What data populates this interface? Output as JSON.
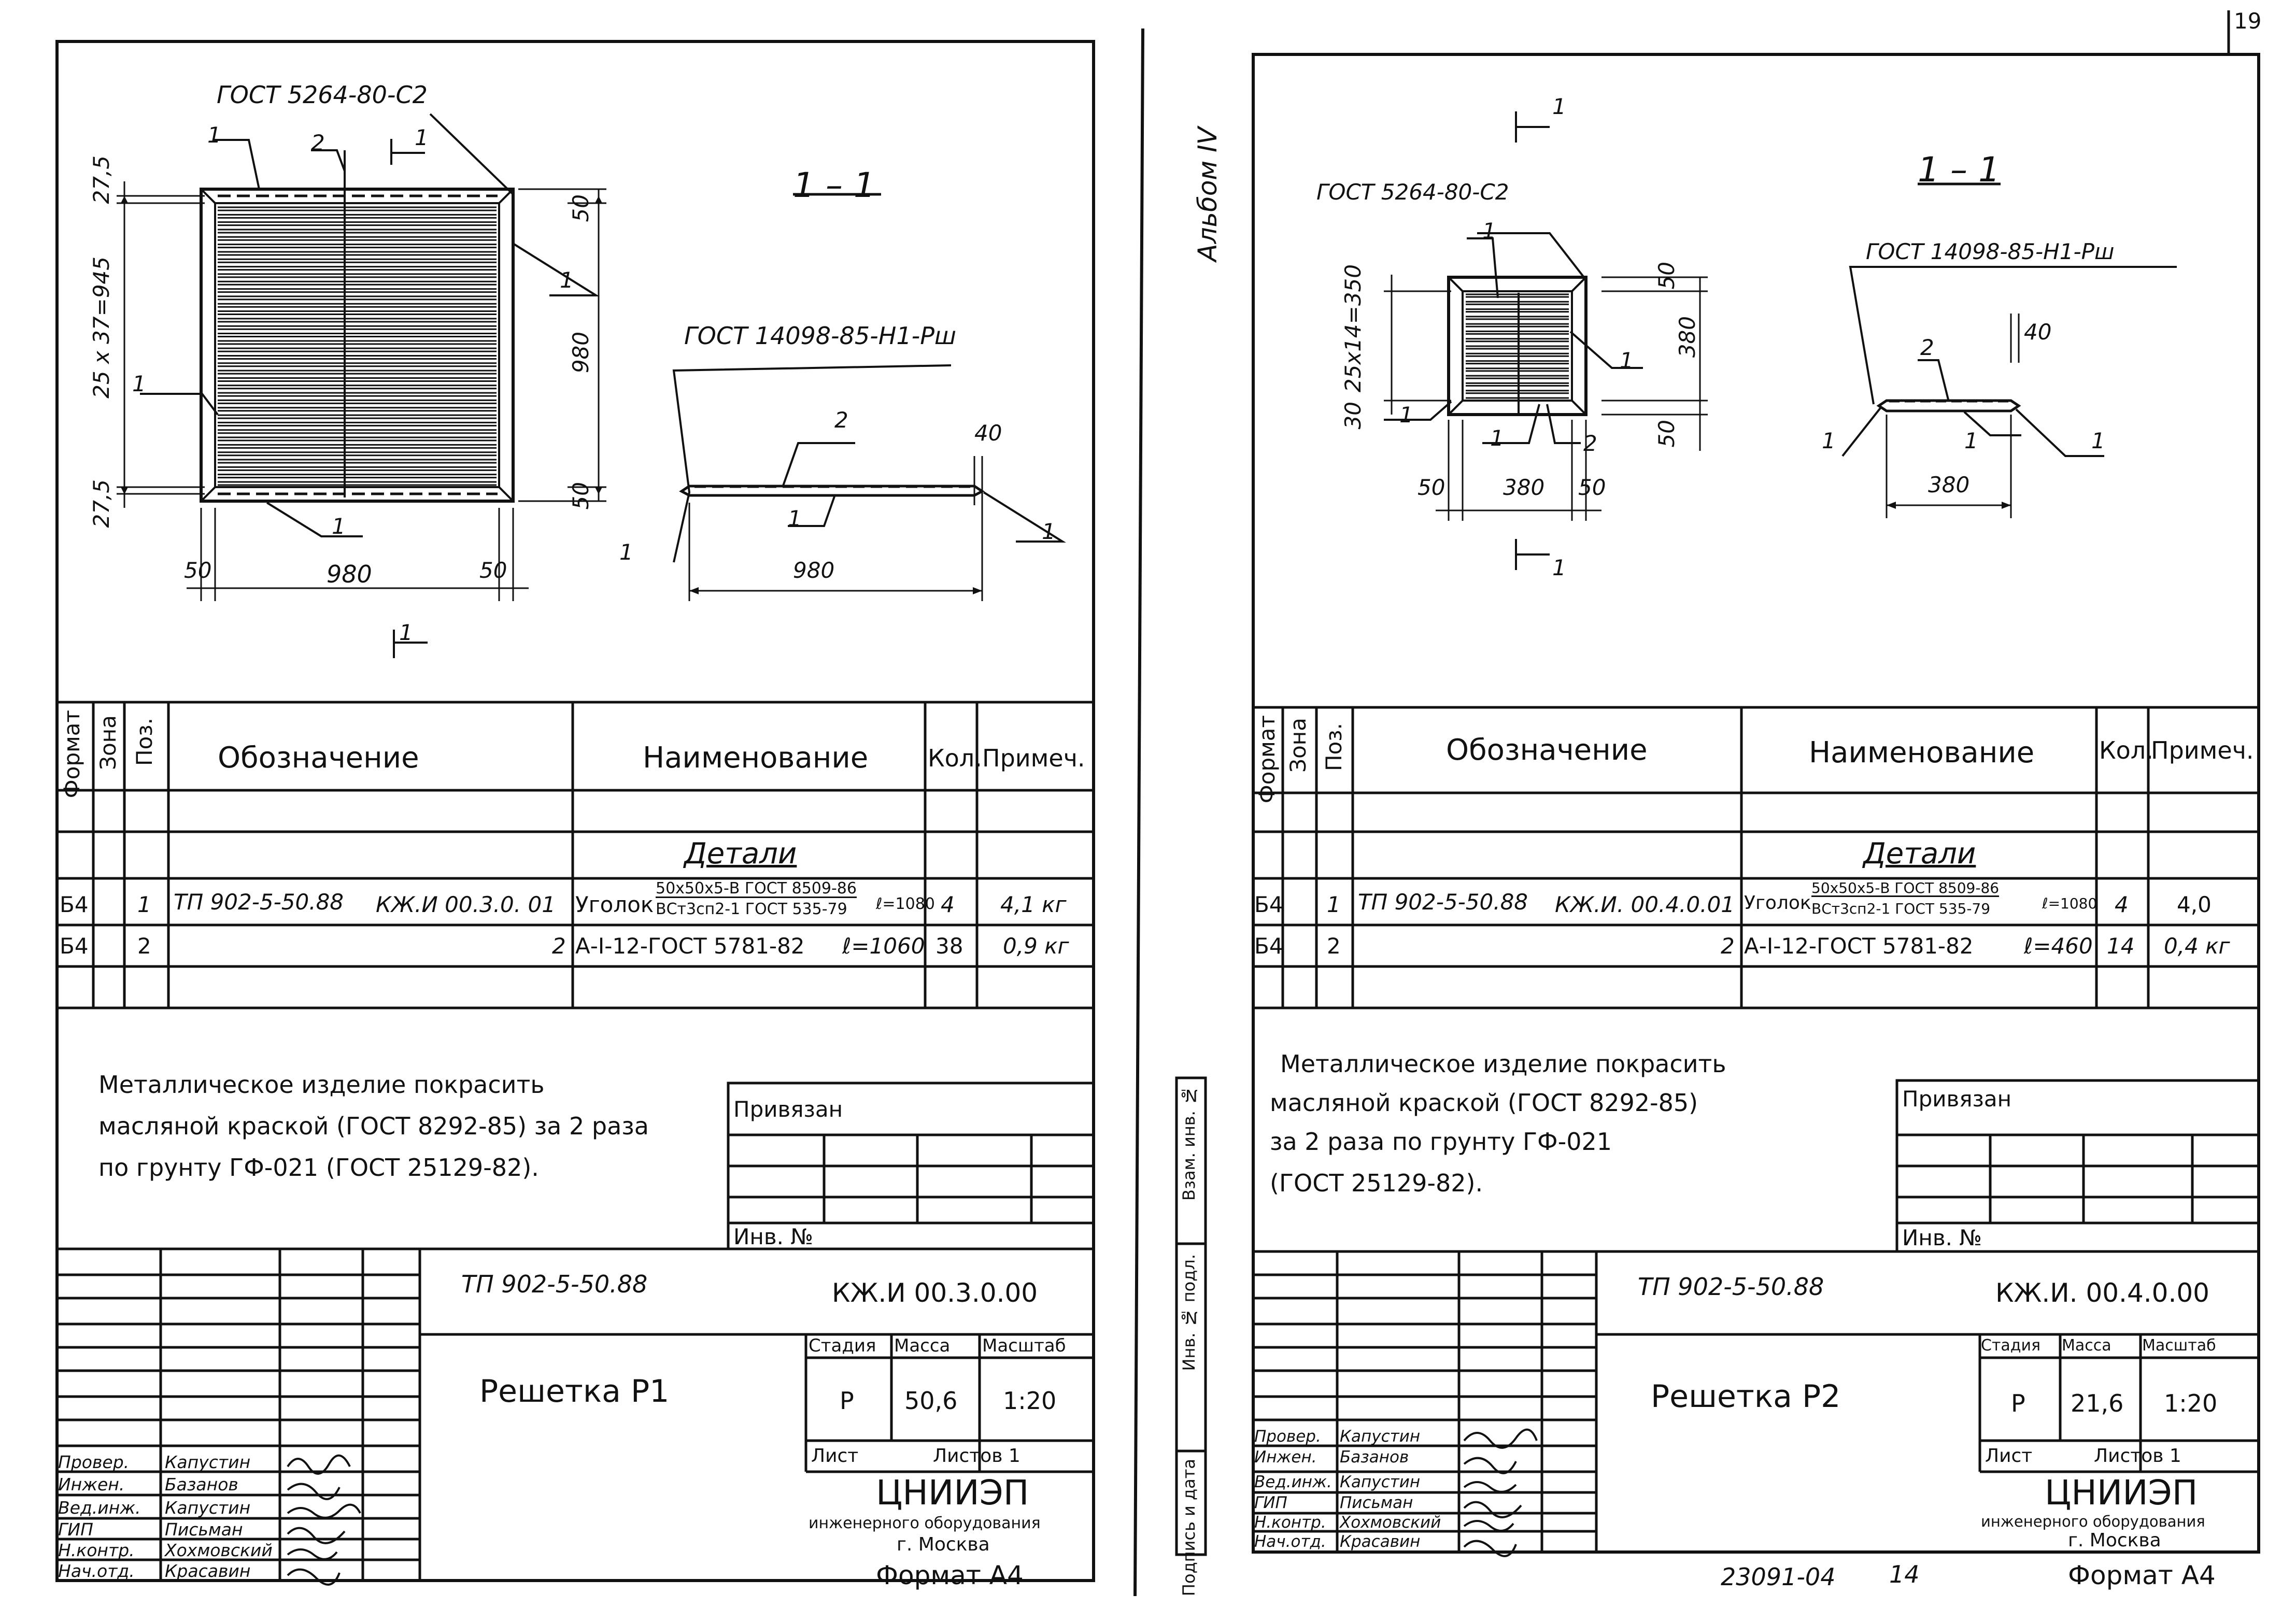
{
  "page_corner": "19",
  "sheet_no": "14",
  "code": "23091-04",
  "side_label": "Альбом IV",
  "left": {
    "drawing": {
      "gost_top": "ГОСТ 5264-80-С2",
      "section_title": "1 – 1",
      "section_mark": "1",
      "gost_bar": "ГОСТ 14098-85-Н1-Рш",
      "dims": {
        "t1": "27,5",
        "mid": "25 x 37=945",
        "t2": "27,5",
        "s1": "50",
        "h": "980",
        "s2": "50",
        "b1": "50",
        "w": "980",
        "b2": "50",
        "sw": "980",
        "st": "40"
      },
      "pos": {
        "p1": "1",
        "p2": "2",
        "p3": "1",
        "p4": "1",
        "p5": "1",
        "s1": "1",
        "s2": "2",
        "s3": "1",
        "s4": "1"
      }
    },
    "spec": {
      "headers": [
        "Формат",
        "Зона",
        "Поз.",
        "Обозначение",
        "Наименование",
        "Кол.",
        "Примеч."
      ],
      "section": "Детали",
      "rows": [
        {
          "format": "Б4",
          "pos": "1",
          "doc": "ТП 902-5-50.88",
          "code": "КЖ.И 00.3.0. 01",
          "name": "Уголок",
          "frac_top": "50x50x5-В ГОСТ 8509-86",
          "frac_bot": "ВСт3сп2-1 ГОСТ 535-79",
          "len": "ℓ=1080",
          "qty": "4",
          "note": "4,1 кг"
        },
        {
          "format": "Б4",
          "pos": "2",
          "doc": "",
          "code": "2",
          "name": "А-I-12-ГОСТ 5781-82",
          "frac_top": "",
          "frac_bot": "",
          "len": "ℓ=1060",
          "qty": "38",
          "note": "0,9 кг"
        }
      ]
    },
    "note": [
      "Металлическое изделие покрасить",
      "масляной краской (ГОСТ 8292-85) за 2 раза",
      "по грунту ГФ-021 (ГОСТ 25129-82)."
    ],
    "bound": "Привязан",
    "inv": "Инв. №",
    "title": {
      "project": "ТП 902-5-50.88",
      "code": "КЖ.И 00.3.0.00",
      "name": "Решетка Р1",
      "h_stage": "Стадия",
      "h_mass": "Масса",
      "h_scale": "Масштаб",
      "stage": "Р",
      "mass": "50,6",
      "scale": "1:20",
      "sheet": "Лист",
      "sheets": "Листов 1",
      "org": "ЦНИИЭП",
      "org_line": "инженерного оборудования",
      "city": "г. Москва",
      "roles": [
        "Провер.",
        "Инжен.",
        "Вед.инж.",
        "ГИП",
        "Н.контр.",
        "Нач.отд."
      ],
      "names": [
        "Капустин",
        "Базанов",
        "Капустин",
        "Письман",
        "Хохмовский",
        "Красавин"
      ]
    },
    "format": "Формат А4"
  },
  "right": {
    "drawing": {
      "section_mark": "1",
      "gost_top": "ГОСТ 5264-80-С2",
      "section_title": "1 – 1",
      "gost_bar": "ГОСТ 14098-85-Н1-Рш",
      "dims": {
        "t1": "30",
        "mid": "25x14=350",
        "s1": "50",
        "h": "380",
        "s2": "50",
        "b1": "50",
        "w": "380",
        "b2": "50",
        "sw": "380",
        "st": "40"
      },
      "pos": {
        "p1": "1",
        "p2": "1",
        "p3": "1",
        "p4": "1",
        "p5": "1",
        "p6": "2",
        "s1": "2",
        "s2": "1",
        "s3": "1",
        "s4": "1"
      }
    },
    "spec": {
      "headers": [
        "Формат",
        "Зона",
        "Поз.",
        "Обозначение",
        "Наименование",
        "Кол.",
        "Примеч."
      ],
      "section": "Детали",
      "rows": [
        {
          "format": "Б4",
          "pos": "1",
          "doc": "ТП 902-5-50.88",
          "code": "КЖ.И. 00.4.0.01",
          "name": "Уголок",
          "frac_top": "50x50x5-В ГОСТ 8509-86",
          "frac_bot": "ВСт3сп2-1 ГОСТ 535-79",
          "len": "ℓ=1080",
          "qty": "4",
          "note": "4,0"
        },
        {
          "format": "Б4",
          "pos": "2",
          "doc": "",
          "code": "2",
          "name": "А-I-12-ГОСТ 5781-82",
          "frac_top": "",
          "frac_bot": "",
          "len": "ℓ=460",
          "qty": "14",
          "note": "0,4 кг"
        }
      ]
    },
    "note": [
      "Металлическое изделие покрасить",
      "масляной краской (ГОСТ 8292-85)",
      "за 2 раза по грунту ГФ-021",
      "(ГОСТ 25129-82)."
    ],
    "bound": "Привязан",
    "inv": "Инв. №",
    "title": {
      "project": "ТП 902-5-50.88",
      "code": "КЖ.И. 00.4.0.00",
      "name": "Решетка Р2",
      "h_stage": "Стадия",
      "h_mass": "Масса",
      "h_scale": "Масштаб",
      "stage": "Р",
      "mass": "21,6",
      "scale": "1:20",
      "sheet": "Лист",
      "sheets": "Листов 1",
      "org": "ЦНИИЭП",
      "org_line": "инженерного оборудования",
      "city": "г. Москва",
      "roles": [
        "Провер.",
        "Инжен.",
        "Вед.инж.",
        "ГИП",
        "Н.контр.",
        "Нач.отд."
      ],
      "names": [
        "Капустин",
        "Базанов",
        "Капустин",
        "Письман",
        "Хохмовский",
        "Красавин"
      ]
    },
    "format": "Формат А4",
    "stamp": [
      "Инв. № подл.",
      "Подпись и дата",
      "Взам. инв. №"
    ]
  }
}
